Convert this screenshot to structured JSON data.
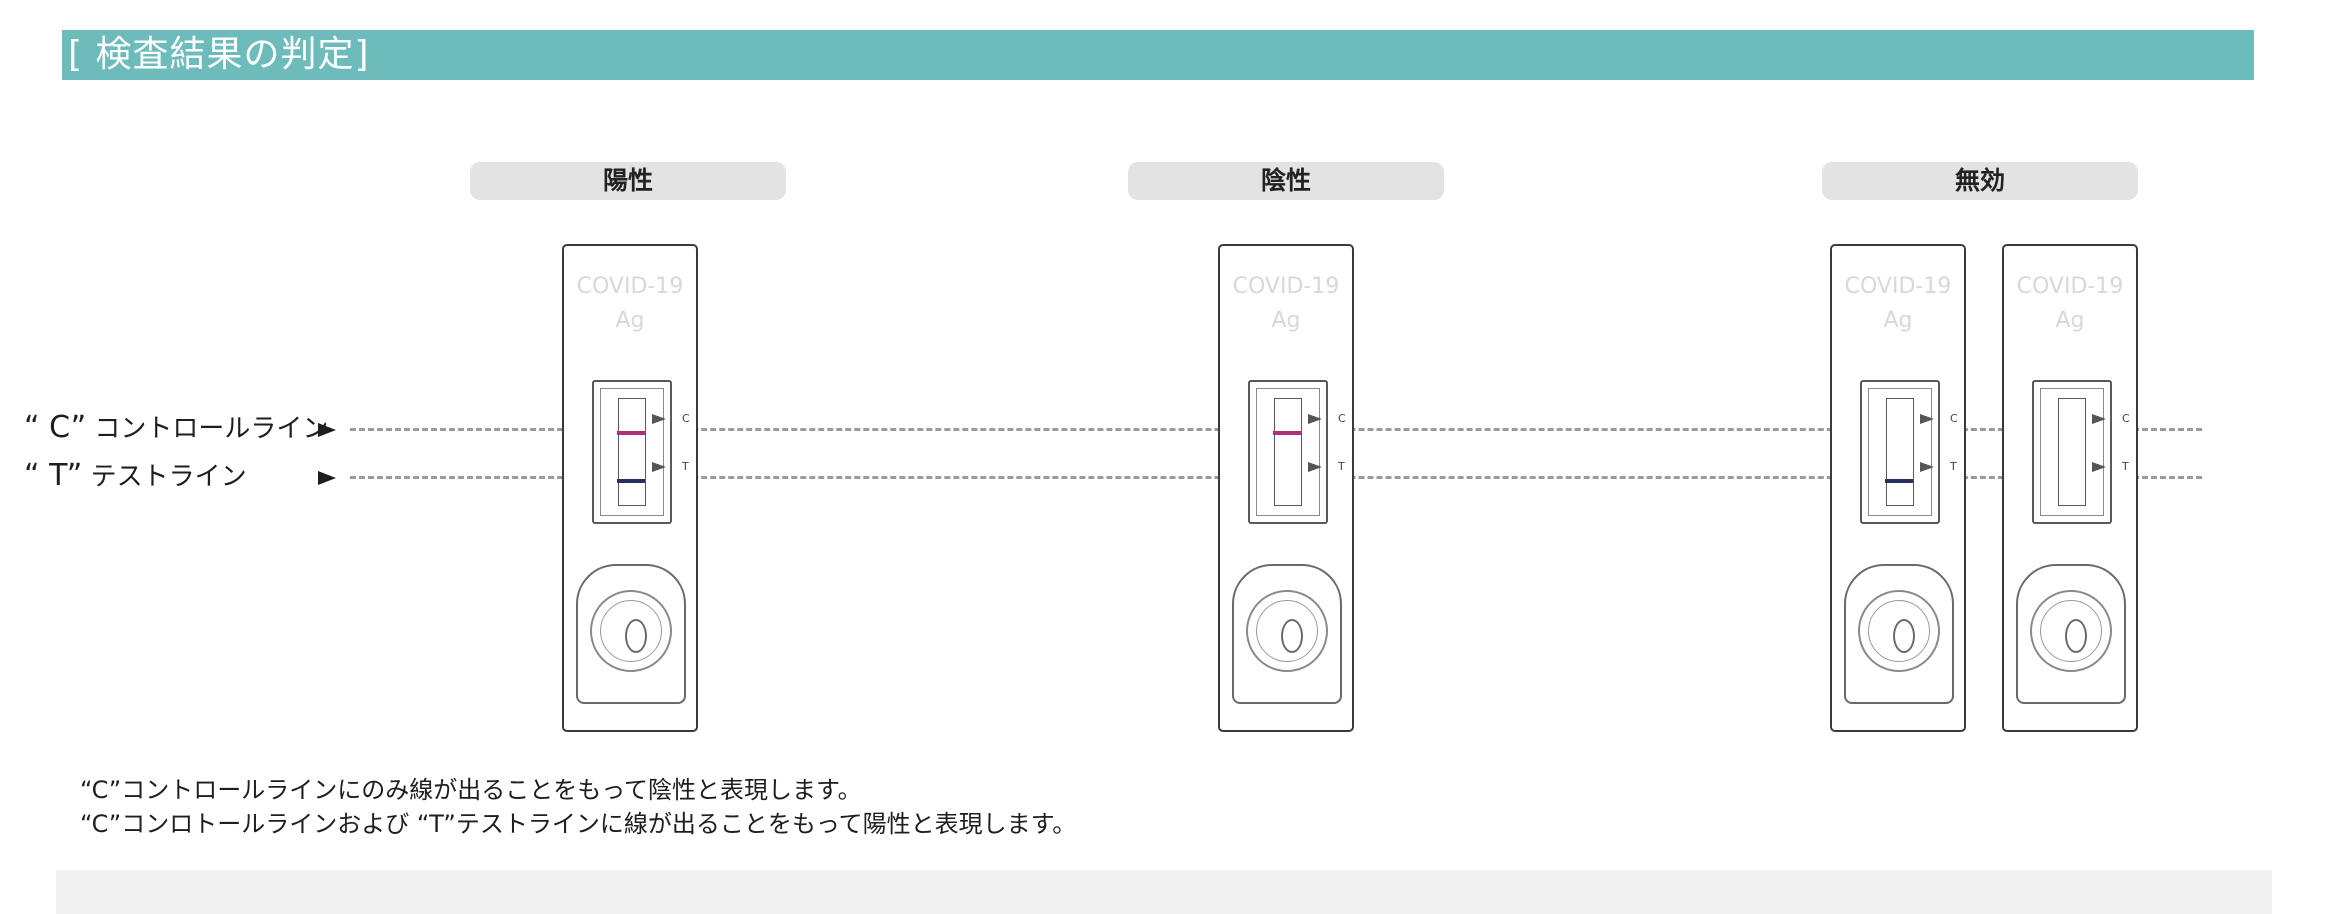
{
  "header": {
    "title": "[ 検査結果の判定]"
  },
  "results": {
    "positive_label": "陽性",
    "negative_label": "陰性",
    "invalid_label": "無効"
  },
  "cassette": {
    "brand_line1": "COVID-19",
    "brand_line2": "Ag",
    "mark_c": "C",
    "mark_t": "T"
  },
  "lines": {
    "control": {
      "quote": "“ C”",
      "label": "コントロールライン"
    },
    "test": {
      "quote": "“ T”",
      "label": "テストライン"
    }
  },
  "notes": {
    "line1": "“C”コントロールラインにのみ線が出ることをもって陰性と表現します。",
    "line2": "“C”コンロトールラインおよび “T”テストラインに線が出ることをもって陽性と表現します。"
  },
  "colors": {
    "header_bg": "#6dbcbb",
    "control_band": "#b0307a",
    "test_band": "#27305f"
  }
}
